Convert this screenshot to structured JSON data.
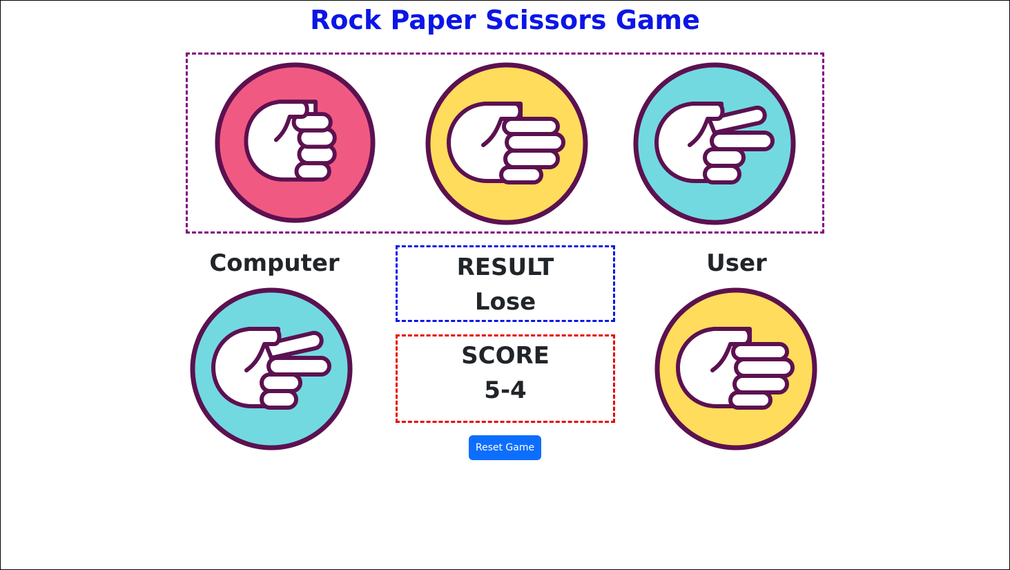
{
  "title": "Rock Paper Scissors Game",
  "choices": [
    {
      "name": "rock",
      "bg": "#f05a82"
    },
    {
      "name": "paper",
      "bg": "#ffdc5c"
    },
    {
      "name": "scissors",
      "bg": "#72d9e0"
    }
  ],
  "computer": {
    "label": "Computer",
    "choice": "scissors"
  },
  "user": {
    "label": "User",
    "choice": "paper"
  },
  "result": {
    "heading": "RESULT",
    "value": "Lose"
  },
  "score": {
    "heading": "SCORE",
    "value": "5-4"
  },
  "reset_label": "Reset Game",
  "colors": {
    "title": "#0b16e6",
    "choices_border": "#800080",
    "result_border": "#0b16e6",
    "score_border": "#e60000",
    "reset_bg": "#0d6efd",
    "outline": "#5c1150"
  }
}
